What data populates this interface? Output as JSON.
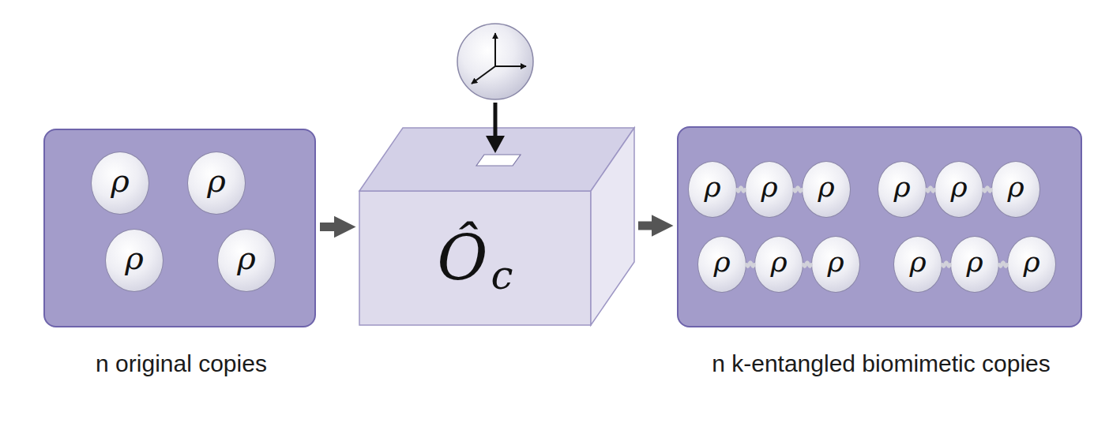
{
  "diagram": {
    "nodes": [
      {
        "text": [
          "n original copies"
        ]
      },
      {
        "text": [
          "ρ"
        ],
        "in": 0
      },
      {
        "text": [
          "ρ"
        ],
        "in": 0
      },
      {
        "text": [
          "ρ"
        ],
        "in": 0
      },
      {
        "text": [
          "ρ"
        ],
        "in": 0
      },
      {
        "text": [
          "Ô",
          "c"
        ]
      },
      {
        "text": [
          "n k-entangled biomimetic copies"
        ]
      },
      {
        "text": [
          "ρ"
        ],
        "in": 6
      },
      {
        "text": [
          "ρ"
        ],
        "in": 6
      },
      {
        "text": [
          "ρ"
        ],
        "in": 6
      },
      {
        "text": [
          "ρ"
        ],
        "in": 6
      },
      {
        "text": [
          "ρ"
        ],
        "in": 6
      },
      {
        "text": [
          "ρ"
        ],
        "in": 6
      },
      {
        "text": [
          "ρ"
        ],
        "in": 6
      },
      {
        "text": [
          "ρ"
        ],
        "in": 6
      },
      {
        "text": [
          "ρ"
        ],
        "in": 6
      },
      {
        "text": [
          "ρ"
        ],
        "in": 6
      },
      {
        "text": [
          "ρ"
        ],
        "in": 6
      },
      {
        "text": [
          "ρ"
        ],
        "in": 6
      }
    ],
    "edges": [
      {
        "from": 0,
        "to": 5,
        "arrow": "to"
      },
      {
        "from": 5,
        "to": 6,
        "arrow": "to"
      },
      {
        "from": 7,
        "to": 8,
        "arrow": "none"
      },
      {
        "from": 8,
        "to": 9,
        "arrow": "none"
      },
      {
        "from": 10,
        "to": 11,
        "arrow": "none"
      },
      {
        "from": 11,
        "to": 12,
        "arrow": "none"
      },
      {
        "from": 13,
        "to": 14,
        "arrow": "none"
      },
      {
        "from": 14,
        "to": 15,
        "arrow": "none"
      },
      {
        "from": 16,
        "to": 17,
        "arrow": "none"
      },
      {
        "from": 17,
        "to": 18,
        "arrow": "none"
      }
    ]
  }
}
